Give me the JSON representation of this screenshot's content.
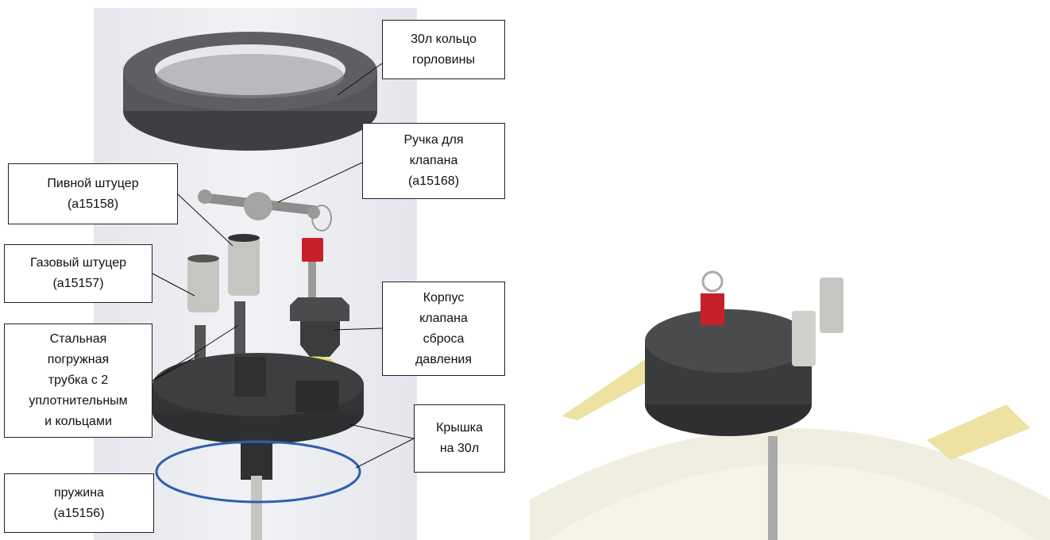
{
  "labels": {
    "neck_ring": "30л кольцо\nгорловины",
    "valve_handle": "Ручка для\nклапана\n(a15168)",
    "beer_fitting": "Пивной штуцер\n(a15158)",
    "gas_fitting": "Газовый штуцер\n(a15157)",
    "dip_tube": "Стальная\nпогружная\nтрубка с 2\nуплотнительным\nи кольцами",
    "valve_body": "Корпус\nклапана\nсброса\nдавления",
    "lid": "Крышка\nна 30л",
    "spring": "пружина\n(a15156)"
  },
  "colors": {
    "dark_plastic": "#3a3b3d",
    "steel": "#b9bab8",
    "red": "#c8202a",
    "blue": "#2f5fb0",
    "yellow": "#e3dc60"
  }
}
